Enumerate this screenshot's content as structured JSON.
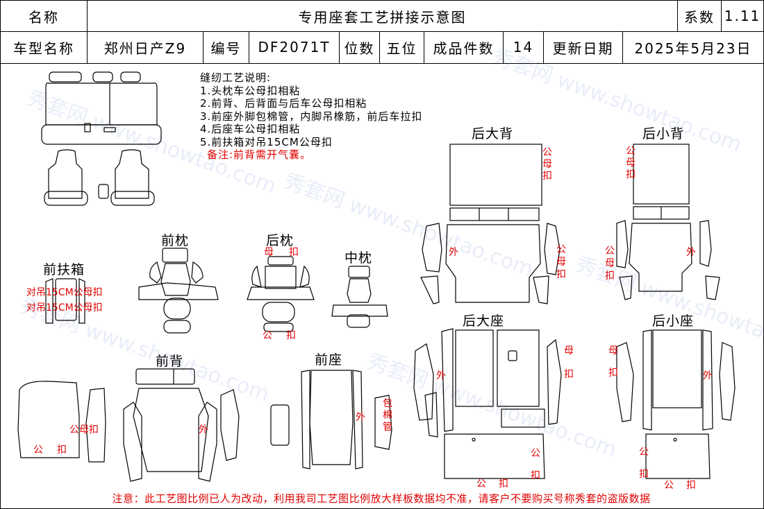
{
  "header": {
    "name_label": "名称",
    "title": "专用座套工艺拼接示意图",
    "coef_label": "系数",
    "coef_value": "1.11"
  },
  "info": {
    "model_label": "车型名称",
    "model_value": "郑州日产Z9",
    "code_label": "编号",
    "code_value": "DF2071T",
    "seats_label": "位数",
    "seats_value": "五位",
    "pieces_label": "成品件数",
    "pieces_value": "14",
    "update_label": "更新日期",
    "update_value": "2025年5月23日"
  },
  "notes": {
    "title": "缝纫工艺说明:",
    "items": [
      "1.头枕车公母扣相粘",
      "2.前背、后背面与后车公母扣相粘",
      "3.前座外脚包棉管，内脚吊橡筋，前后车拉扣",
      "4.后座车公母扣相粘",
      "5.前扶箱对吊15CM公母扣"
    ],
    "remark": "备注:前背需开气囊。"
  },
  "sections": {
    "front_headrest": "前枕",
    "rear_headrest": "后枕",
    "mid_headrest": "中枕",
    "front_armrest": "前扶箱",
    "front_back": "前背",
    "front_seat": "前座",
    "rear_big_back": "后大背",
    "rear_small_back": "后小背",
    "rear_big_seat": "后大座",
    "rear_small_seat": "后小座"
  },
  "annotations": {
    "armrest_1": "对吊15CM公母扣",
    "armrest_2": "对吊15CM公母扣",
    "fb_gongmukou": "公母扣",
    "gong": "公",
    "kou": "扣",
    "mu": "母",
    "wai": "外",
    "bao": "包",
    "mian": "棉",
    "guan": "管"
  },
  "watermark": "秀套网 www.showtao.com",
  "footer": "注意：此工艺图比例已人为改动，利用我司工艺图比例放大样板数据均不准，请客户不要购买号称秀套的盗版数据"
}
